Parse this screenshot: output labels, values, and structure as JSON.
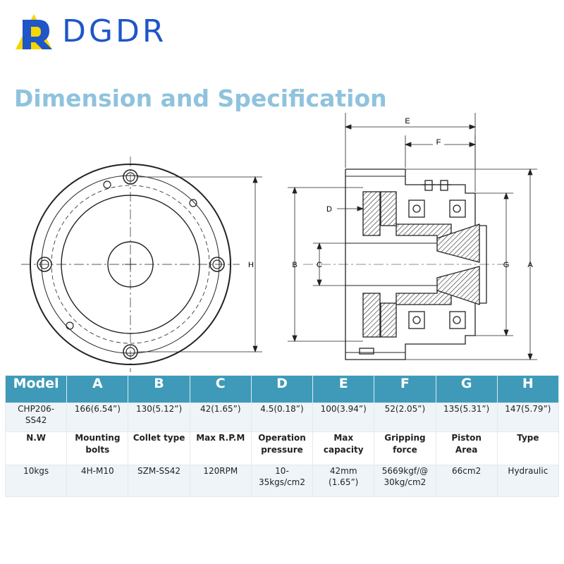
{
  "brand": {
    "name": "DGDR"
  },
  "page": {
    "title": "Dimension and Specification"
  },
  "drawing": {
    "labels": {
      "E": "E",
      "F": "F",
      "D": "D",
      "B": "B",
      "C": "C",
      "G": "G",
      "A": "A",
      "H": "H"
    }
  },
  "table": {
    "header": [
      "Model",
      "A",
      "B",
      "C",
      "D",
      "E",
      "F",
      "G",
      "H"
    ],
    "row1": [
      "CHP206-\nSS42",
      "166(6.54”)",
      "130(5.12”)",
      "42(1.65”)",
      "4.5(0.18”)",
      "100(3.94”)",
      "52(2.05”)",
      "135(5.31”)",
      "147(5.79”)"
    ],
    "row2": [
      "N.W",
      "Mounting\nbolts",
      "Collet type",
      "Max R.P.M",
      "Operation\npressure",
      "Max\ncapacity",
      "Gripping\nforce",
      "Piston\nArea",
      "Type"
    ],
    "row3": [
      "10kgs",
      "4H-M10",
      "SZM-SS42",
      "120RPM",
      "10-\n35kgs/cm2",
      "42mm\n(1.65”)",
      "5669kgf/@\n30kg/cm2",
      "66cm2",
      "Hydraulic"
    ]
  },
  "colors": {
    "brand_blue": "#1f56c8",
    "brand_yellow": "#f5d600",
    "title": "#8fc3dd",
    "table_header": "#3e9ab8"
  }
}
